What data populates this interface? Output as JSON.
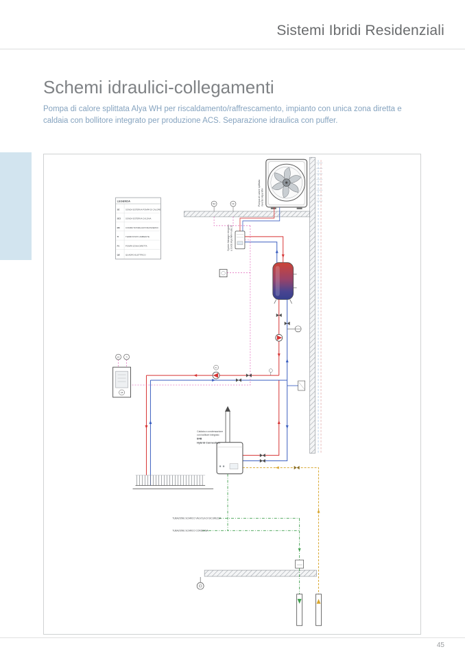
{
  "page": {
    "header_title": "Sistemi Ibridi Residenziali",
    "section_title": "Schemi idraulici-collegamenti",
    "description": "Pompa di calore splittata Alya WH per riscaldamento/raffrescamento, impianto con unica zona diretta e caldaia con bollitore integrato per produzione ACS. Separazione idraulica con puffer.",
    "page_number": "45"
  },
  "diagram": {
    "legend": {
      "title": "LEGENDA",
      "items": [
        {
          "code": "SE",
          "label": "SONDA ESTERNA POMPA DI CALORE"
        },
        {
          "code": "SE2",
          "label": "SONDA ESTERNA CALDAIA"
        },
        {
          "code": "MC",
          "label": "COMMUTATORE ESTATE/INVERNO"
        },
        {
          "code": "TI",
          "label": "TERMOSTATO AMBIENTE"
        },
        {
          "code": "P1",
          "label": "POMPA ZONA DIRETTA"
        },
        {
          "code": "QE",
          "label": "QUADRO ELETTRICO"
        }
      ]
    },
    "labels": {
      "outdoor_unit_line1": "Pompa di calore splittata",
      "outdoor_unit_line2": "inverter Alya WH",
      "system_manager_line1": "System Manager integrato",
      "system_manager_line2": "a bordo Alya WH 4 alla 16",
      "boiler_line1": "Caldaia a condensazione",
      "boiler_line2": "con bollitore integrato",
      "boiler_model": "B4B",
      "hybrid_connection": "Hybrid Connection",
      "discharge_safety": "TUBAZIONE SCARICO VALVOLA DI SICUREZZA",
      "discharge_condensate": "TUBAZIONE SCARICO CONDENSA"
    },
    "symbols": {
      "se": "SE",
      "se2": "SE2",
      "mc": "MC",
      "ti": "TI",
      "p1": "P1",
      "qe": "QE"
    },
    "colors": {
      "supply": "#d63333",
      "return": "#3b5fc0",
      "gas": "#d8a62e",
      "drain": "#3f9e4d",
      "electrical": "#e060b8",
      "paragraph": "#85a3bf",
      "tab": "#d2e4ef"
    }
  }
}
